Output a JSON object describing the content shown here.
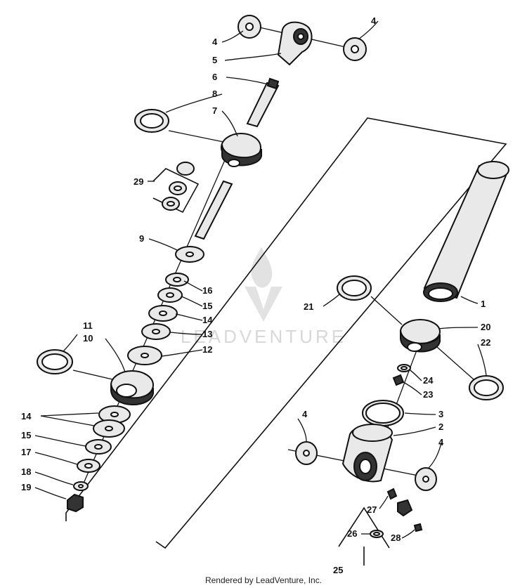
{
  "parts": [
    "1",
    "2",
    "3",
    "4",
    "5",
    "6",
    "7",
    "8",
    "9",
    "10",
    "11",
    "12",
    "13",
    "14",
    "15",
    "16",
    "17",
    "18",
    "19",
    "20",
    "21",
    "22",
    "23",
    "24",
    "25",
    "26",
    "27",
    "28",
    "29"
  ],
  "watermark": {
    "text": "LEADVENTURE"
  },
  "footer": {
    "caption": "Rendered by LeadVenture, Inc."
  }
}
